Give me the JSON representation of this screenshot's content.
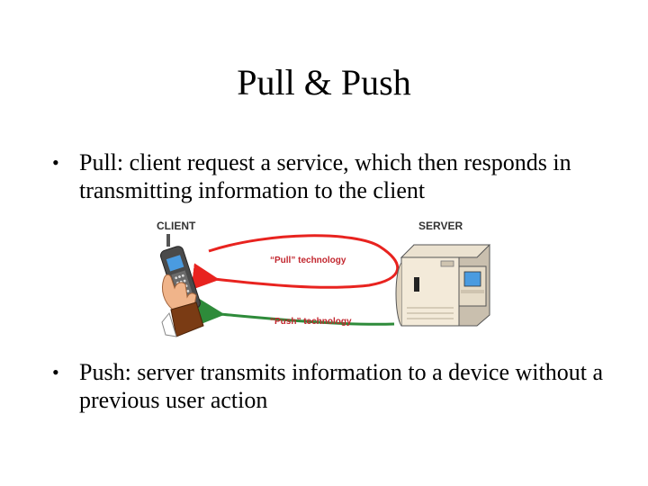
{
  "slide": {
    "title": "Pull & Push"
  },
  "bullets": [
    {
      "marker": "•",
      "text": "Pull: client request a service, which then responds in transmitting information to the client"
    },
    {
      "marker": "•",
      "text": "Push: server transmits information to a device without a previous user action"
    }
  ],
  "diagram": {
    "client_label": "CLIENT",
    "server_label": "SERVER",
    "pull_label": "“Pull” technology",
    "push_label": "“Push” technology",
    "colors": {
      "pull_arrow": "#e8231f",
      "push_arrow": "#2e8b3a",
      "label_text": "#c2262e",
      "server_body": "#f3ead9",
      "server_screen": "#4a9be0",
      "phone_body": "#4a4a4a",
      "hand_sleeve": "#7a3b14"
    },
    "icons": [
      "cell-phone-in-hand-icon",
      "server-computer-icon"
    ]
  }
}
